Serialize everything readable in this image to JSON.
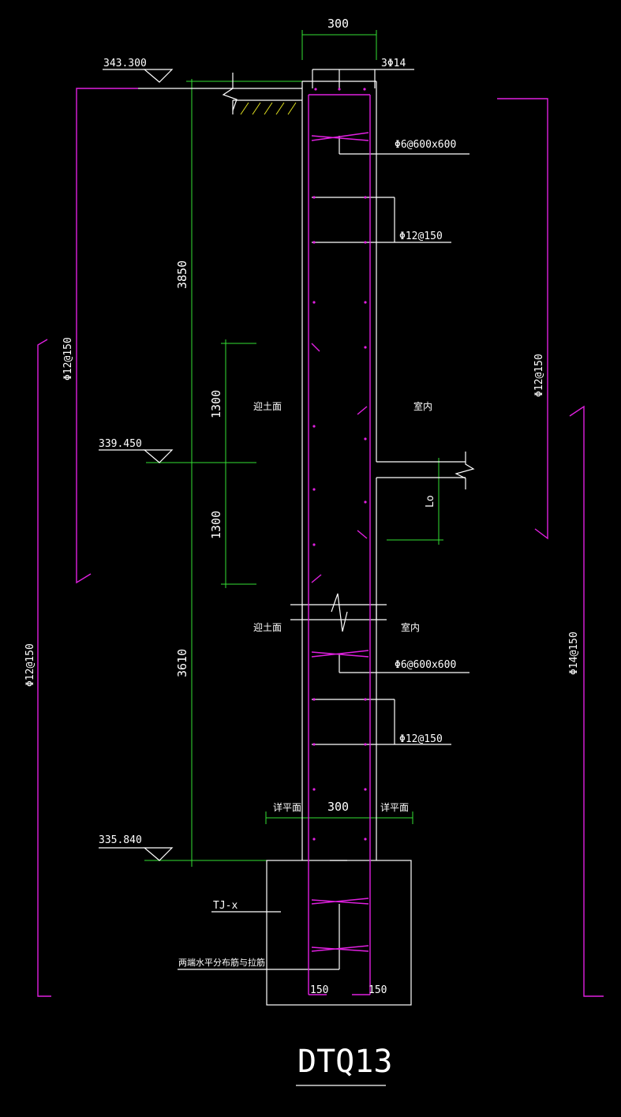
{
  "drawing": {
    "title": "DTQ13",
    "dims": {
      "top_width": "300",
      "bottom_width": "300",
      "upper_height": "3850",
      "lower_height": "3610",
      "sub_1": "1300",
      "sub_2": "1300",
      "half_left": "150",
      "half_right": "150",
      "lo": "Lo"
    },
    "elevations": [
      "343.300",
      "339.450",
      "335.840"
    ],
    "rebar_labels": {
      "top_bars": "3Φ14",
      "tie_1": "Φ6@600x600",
      "horiz_1": "Φ12@150",
      "tie_2": "Φ6@600x600",
      "horiz_2": "Φ12@150",
      "left_upper": "Φ12@150",
      "left_lower": "Φ12@150",
      "right_upper": "Φ12@150",
      "right_lower": "Φ14@150"
    },
    "notes": {
      "soil_face_1": "迎土面",
      "indoor_1": "室内",
      "soil_face_2": "迎土面",
      "indoor_2": "室内",
      "see_plan_left": "详平面",
      "see_plan_right": "详平面",
      "footing": "TJ-x",
      "footing_note": "两端水平分布筋与拉筋"
    },
    "colors": {
      "dimension": "#33e033",
      "outline": "#ffffff",
      "rebar": "#e020e0",
      "hatch": "#e0e020"
    }
  }
}
